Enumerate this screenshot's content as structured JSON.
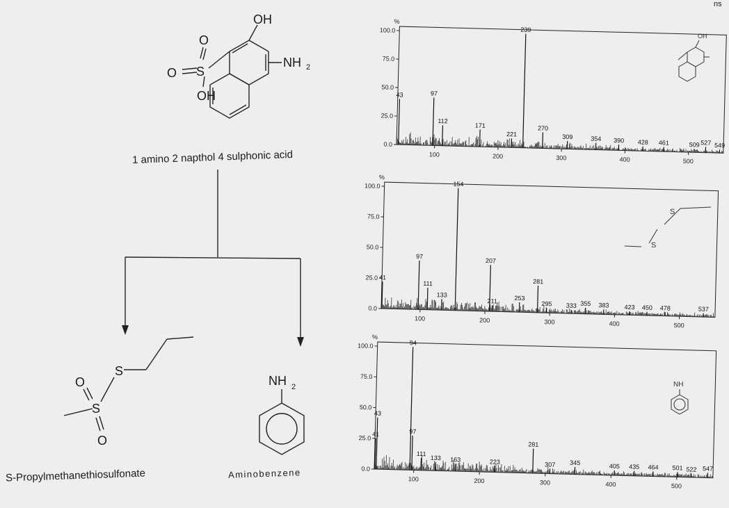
{
  "corner_mark": "ns",
  "scheme": {
    "parent_name": "1 amino 2 napthol 4 sulphonic acid",
    "product1_name": "S-Propylmethanethiosulfonate",
    "product2_name": "Aminobenzene",
    "atoms": {
      "oh": "OH",
      "nh2": "NH",
      "nh2_sub": "2",
      "o": "O",
      "s": "S"
    }
  },
  "chart_data": [
    {
      "type": "bar",
      "title": "",
      "ylabel": "%",
      "yticks": [
        "100.0",
        "75.0",
        "50.0",
        "25.0",
        "0.0"
      ],
      "xticks": [
        100,
        200,
        300,
        400,
        500
      ],
      "xlim": [
        40,
        555
      ],
      "ylim": [
        0,
        100
      ],
      "labeled_peaks": [
        {
          "x": 43,
          "y": 40
        },
        {
          "x": 97,
          "y": 42
        },
        {
          "x": 112,
          "y": 18
        },
        {
          "x": 171,
          "y": 15
        },
        {
          "x": 221,
          "y": 8
        },
        {
          "x": 239,
          "y": 100
        },
        {
          "x": 270,
          "y": 14
        },
        {
          "x": 309,
          "y": 7
        },
        {
          "x": 354,
          "y": 6
        },
        {
          "x": 390,
          "y": 5
        },
        {
          "x": 428,
          "y": 4
        },
        {
          "x": 461,
          "y": 4
        },
        {
          "x": 509,
          "y": 3
        },
        {
          "x": 527,
          "y": 5
        },
        {
          "x": 549,
          "y": 3
        }
      ]
    },
    {
      "type": "bar",
      "title": "",
      "ylabel": "%",
      "yticks": [
        "100.0",
        "75.0",
        "50.0",
        "25.0",
        "0.0"
      ],
      "xticks": [
        100,
        200,
        300,
        400,
        500
      ],
      "xlim": [
        40,
        555
      ],
      "ylim": [
        0,
        100
      ],
      "labeled_peaks": [
        {
          "x": 41,
          "y": 22
        },
        {
          "x": 97,
          "y": 40
        },
        {
          "x": 111,
          "y": 18
        },
        {
          "x": 133,
          "y": 9
        },
        {
          "x": 154,
          "y": 100
        },
        {
          "x": 207,
          "y": 38
        },
        {
          "x": 211,
          "y": 5
        },
        {
          "x": 253,
          "y": 8
        },
        {
          "x": 281,
          "y": 22
        },
        {
          "x": 295,
          "y": 4
        },
        {
          "x": 333,
          "y": 3
        },
        {
          "x": 355,
          "y": 5
        },
        {
          "x": 383,
          "y": 4
        },
        {
          "x": 423,
          "y": 3
        },
        {
          "x": 450,
          "y": 3
        },
        {
          "x": 478,
          "y": 3
        },
        {
          "x": 537,
          "y": 3
        }
      ]
    },
    {
      "type": "bar",
      "title": "",
      "ylabel": "%",
      "yticks": [
        "100.0",
        "75.0",
        "50.0",
        "25.0",
        "0.0"
      ],
      "xticks": [
        100,
        200,
        300,
        400,
        500
      ],
      "xlim": [
        40,
        555
      ],
      "ylim": [
        0,
        100
      ],
      "labeled_peaks": [
        {
          "x": 41,
          "y": 25
        },
        {
          "x": 43,
          "y": 42
        },
        {
          "x": 94,
          "y": 100
        },
        {
          "x": 97,
          "y": 28
        },
        {
          "x": 111,
          "y": 10
        },
        {
          "x": 133,
          "y": 7
        },
        {
          "x": 163,
          "y": 6
        },
        {
          "x": 223,
          "y": 5
        },
        {
          "x": 281,
          "y": 20
        },
        {
          "x": 307,
          "y": 4
        },
        {
          "x": 345,
          "y": 6
        },
        {
          "x": 405,
          "y": 4
        },
        {
          "x": 435,
          "y": 4
        },
        {
          "x": 464,
          "y": 4
        },
        {
          "x": 501,
          "y": 4
        },
        {
          "x": 522,
          "y": 3
        },
        {
          "x": 547,
          "y": 4
        }
      ]
    }
  ]
}
